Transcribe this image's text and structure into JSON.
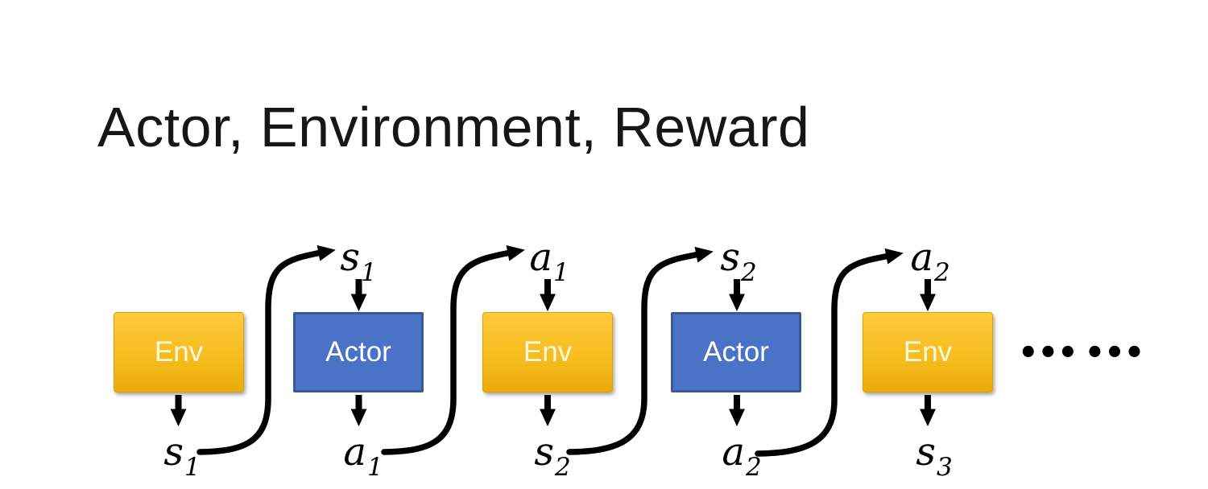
{
  "slide": {
    "title": "Actor, Environment, Reward",
    "boxes": [
      {
        "label": "Env",
        "type": "env"
      },
      {
        "label": "Actor",
        "type": "actor"
      },
      {
        "label": "Env",
        "type": "env"
      },
      {
        "label": "Actor",
        "type": "actor"
      },
      {
        "label": "Env",
        "type": "env"
      }
    ],
    "top_labels": [
      {
        "base": "s",
        "sub": "1"
      },
      {
        "base": "a",
        "sub": "1"
      },
      {
        "base": "s",
        "sub": "2"
      },
      {
        "base": "a",
        "sub": "2"
      }
    ],
    "bottom_labels": [
      {
        "base": "s",
        "sub": "1"
      },
      {
        "base": "a",
        "sub": "1"
      },
      {
        "base": "s",
        "sub": "2"
      },
      {
        "base": "a",
        "sub": "2"
      },
      {
        "base": "s",
        "sub": "3"
      }
    ],
    "ellipsis": "••• •••",
    "colors": {
      "title_color": "#161616",
      "arrow_color": "#000000",
      "label_color": "#000000",
      "env_top": "#FFCA3E",
      "env_mid": "#F6BD1E",
      "env_bottom": "#E9AC0B",
      "env_border": "#DFA206",
      "env_text": "#FDF7E2",
      "actor_fill": "#4A73C8",
      "actor_border": "#3A5894",
      "actor_text": "#FFFFFF"
    }
  }
}
